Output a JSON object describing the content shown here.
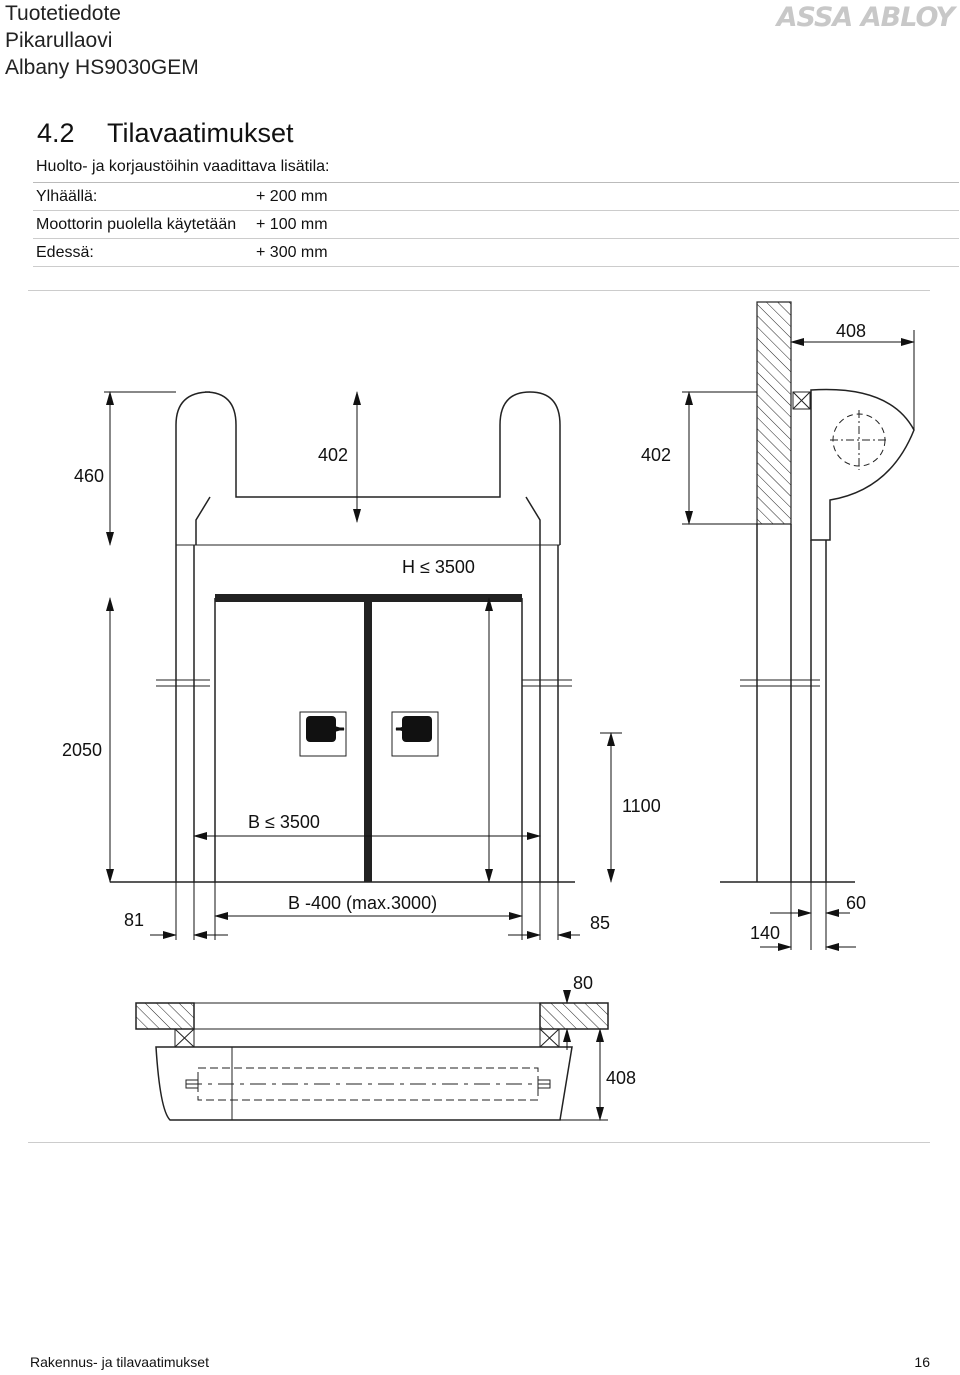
{
  "header": {
    "line1": "Tuotetiedote",
    "line2": "Pikarullaovi",
    "line3": "Albany  HS9030GEM",
    "logo": "ASSA ABLOY"
  },
  "section": {
    "number": "4.2",
    "title": "Tilavaatimukset",
    "intro": "Huolto- ja korjaustöihin vaadittava lisätila:"
  },
  "spec_rows": [
    {
      "label": "Ylhäällä:",
      "value": "+ 200 mm"
    },
    {
      "label": "Moottorin puolella käytetään",
      "value": "+ 100 mm"
    },
    {
      "label": "Edessä:",
      "value": "+ 300 mm"
    }
  ],
  "drawing": {
    "dims": {
      "d408_top": "408",
      "d460": "460",
      "d402_left": "402",
      "d402_right": "402",
      "h_max": "H ≤ 3500",
      "d2050": "2050",
      "b_max": "B ≤ 3500",
      "d1100": "1100",
      "d81": "81",
      "b_inner": "B -400 (max.3000)",
      "d85": "85",
      "d140": "140",
      "d60": "60",
      "d80": "80",
      "d408_bottom": "408"
    }
  },
  "footer": {
    "left": "Rakennus- ja tilavaatimukset",
    "page": "16"
  }
}
